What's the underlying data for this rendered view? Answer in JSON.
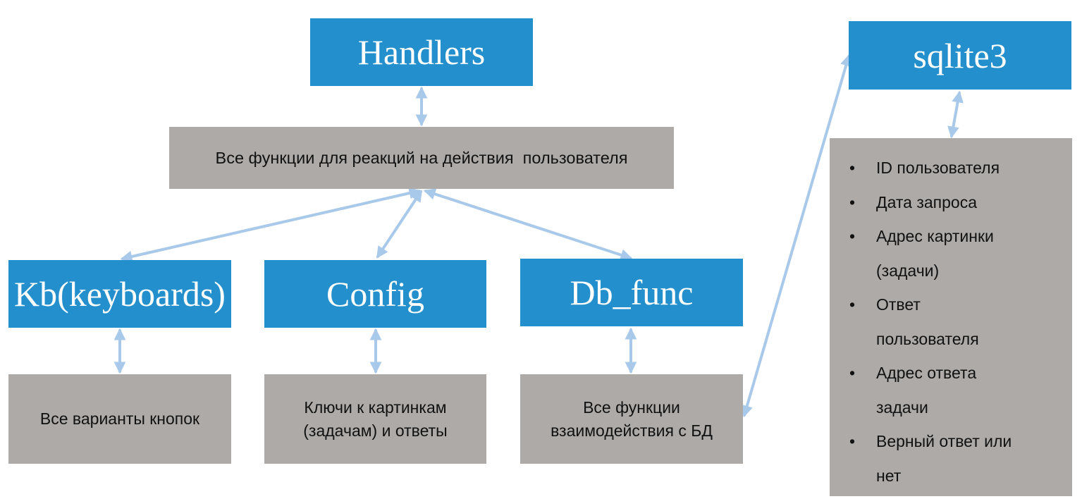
{
  "colors": {
    "module_fill": "#238fcc",
    "description_fill": "#adaaa7",
    "connector": "#a9c9ea"
  },
  "modules": {
    "handlers": "Handlers",
    "sqlite": "sqlite3",
    "kb": "Kb(keyboards)",
    "config": "Config",
    "db_func": "Db_func"
  },
  "descriptions": {
    "handlers": "Все функции для реакций на действия  пользователя",
    "kb": "Все варианты кнопок",
    "config_line1": "Ключи к картинкам",
    "config_line2": "(задачам) и ответы",
    "db_func_line1": "Все функции",
    "db_func_line2": "взаимодействия с БД"
  },
  "sqlite_fields": [
    {
      "line1": "ID пользователя",
      "line2": ""
    },
    {
      "line1": "Дата запроса",
      "line2": ""
    },
    {
      "line1": "Адрес картинки",
      "line2": "(задачи)"
    },
    {
      "line1": "Ответ",
      "line2": "пользователя"
    },
    {
      "line1": "Адрес ответа",
      "line2": "задачи"
    },
    {
      "line1": "Верный ответ или",
      "line2": "нет"
    }
  ],
  "bullet_symbol": "•"
}
